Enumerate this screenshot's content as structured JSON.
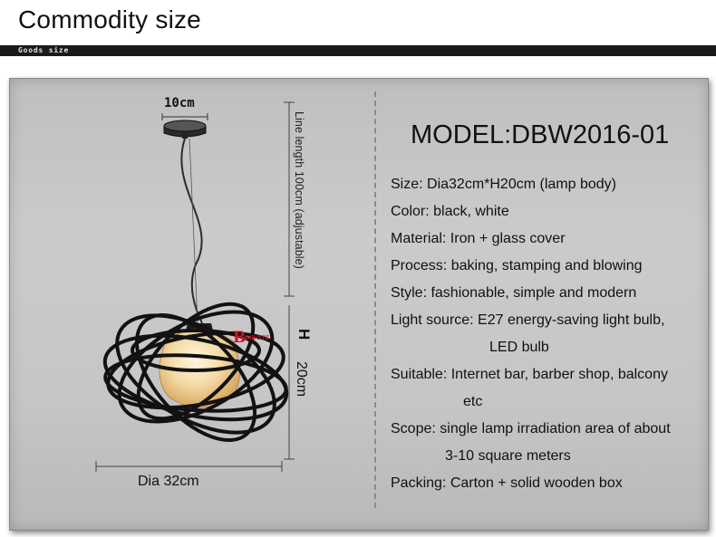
{
  "header": {
    "title": "Commodity size",
    "band_label": "Goods size"
  },
  "figure": {
    "canopy_width": "10cm",
    "line_length": "Line length 100cm (adjustable)",
    "height_label": "H",
    "height_value": "20cm",
    "diameter": "Dia  32cm",
    "logo_letter": "B",
    "logo_text": "BIBOTE"
  },
  "specs": {
    "model": "MODEL:DBW2016-01",
    "lines": [
      "Size: Dia32cm*H20cm (lamp body)",
      "Color: black, white",
      "Material: Iron + glass cover",
      "Process: baking, stamping and blowing",
      "Style: fashionable, simple and modern",
      "Light source: E27 energy-saving light bulb,",
      "LED bulb",
      "Suitable: Internet bar, barber shop, balcony",
      "etc",
      "Scope: single lamp irradiation area of about",
      "3-10 square meters",
      "Packing: Carton + solid wooden box"
    ]
  },
  "colors": {
    "band": "#1a1a1a",
    "panel": "#c6c6c6",
    "logo": "#d0102a",
    "glass": "#f2d39a"
  }
}
